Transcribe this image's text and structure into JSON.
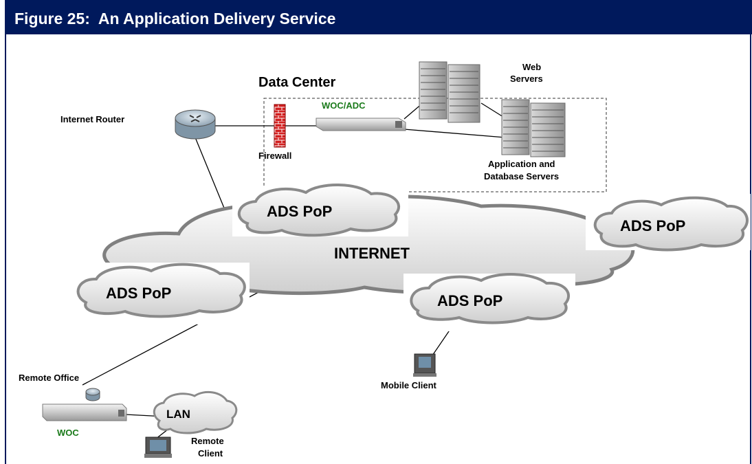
{
  "figure": {
    "title": "Figure 25:  An Application Delivery Service"
  },
  "labels": {
    "data_center": "Data Center",
    "web_servers_line1": "Web",
    "web_servers_line2": "Servers",
    "woc_adc": "WOC/ADC",
    "internet_router": "Internet Router",
    "firewall": "Firewall",
    "app_db_line1": "Application and",
    "app_db_line2": "Database Servers",
    "internet": "INTERNET",
    "ads_pop_1": "ADS PoP",
    "ads_pop_2": "ADS PoP",
    "ads_pop_3": "ADS PoP",
    "ads_pop_4": "ADS PoP",
    "remote_office": "Remote Office",
    "lan": "LAN",
    "woc": "WOC",
    "remote_client_line1": "Remote",
    "remote_client_line2": "Client",
    "mobile_client": "Mobile Client"
  },
  "colors": {
    "banner": "#00195c",
    "woc_label": "#1a7a1a",
    "cloud_fill": "#e8e8e8",
    "firewall": "#d21f1f"
  }
}
